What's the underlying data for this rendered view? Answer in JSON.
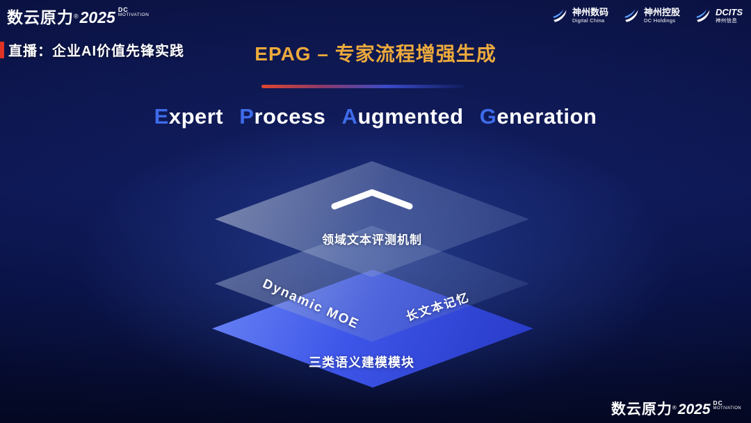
{
  "header": {
    "brand": {
      "logo_text": "数云原力",
      "reg": "®",
      "year": "2025",
      "sub1": "DC",
      "sub2": "MOTIVATION"
    },
    "live_label": "直播：企业AI价值先锋实践",
    "title": "EPAG – 专家流程增强生成",
    "partners": [
      {
        "name": "神州数码",
        "sub": "Digital China",
        "icon": "swoosh-star-icon"
      },
      {
        "name": "神州控股",
        "sub": "DC Holdings",
        "icon": "swoosh-star-icon"
      },
      {
        "name": "DCITS",
        "sub": "神州信息",
        "icon": "swoosh-star-icon"
      }
    ]
  },
  "main": {
    "heading": {
      "full_text": "Expert Process Augmented Generation",
      "words": [
        {
          "first": "E",
          "rest": "xpert"
        },
        {
          "first": "P",
          "rest": "rocess"
        },
        {
          "first": "A",
          "rest": "ugmented"
        },
        {
          "first": "G",
          "rest": "eneration"
        }
      ]
    },
    "layers": {
      "top_label": "领域文本评测机制",
      "middle_left_label": "Dynamic MOE",
      "middle_right_label": "长文本记忆",
      "bottom_label": "三类语义建模模块"
    }
  },
  "footer": {
    "brand": {
      "logo_text": "数云原力",
      "reg": "®",
      "year": "2025",
      "sub1": "DC",
      "sub2": "MOTIVATION"
    }
  },
  "colors": {
    "accent_gold": "#ecaa3c",
    "accent_blue": "#3e6be8",
    "accent_red": "#e03325",
    "layer_blue": "#3d55e8"
  }
}
